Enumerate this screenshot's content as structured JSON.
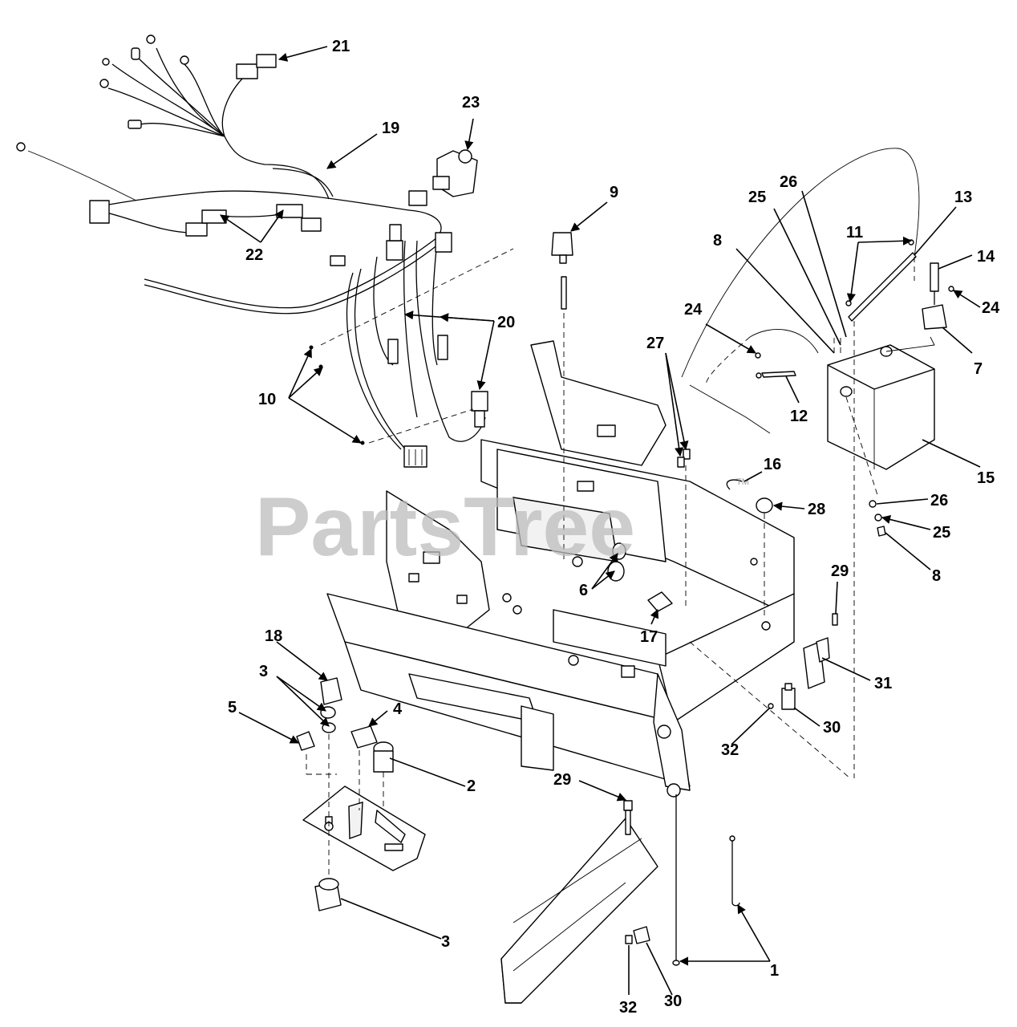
{
  "watermark": {
    "text": "PartsTree",
    "trademark": "TM"
  },
  "callouts": [
    {
      "label": "1"
    },
    {
      "label": "1"
    },
    {
      "label": "2"
    },
    {
      "label": "3"
    },
    {
      "label": "3"
    },
    {
      "label": "4"
    },
    {
      "label": "5"
    },
    {
      "label": "6"
    },
    {
      "label": "7"
    },
    {
      "label": "8"
    },
    {
      "label": "8"
    },
    {
      "label": "9"
    },
    {
      "label": "10"
    },
    {
      "label": "11"
    },
    {
      "label": "12"
    },
    {
      "label": "13"
    },
    {
      "label": "14"
    },
    {
      "label": "15"
    },
    {
      "label": "16"
    },
    {
      "label": "17"
    },
    {
      "label": "18"
    },
    {
      "label": "19"
    },
    {
      "label": "20"
    },
    {
      "label": "21"
    },
    {
      "label": "22"
    },
    {
      "label": "23"
    },
    {
      "label": "24"
    },
    {
      "label": "24"
    },
    {
      "label": "25"
    },
    {
      "label": "25"
    },
    {
      "label": "26"
    },
    {
      "label": "26"
    },
    {
      "label": "27"
    },
    {
      "label": "28"
    },
    {
      "label": "29"
    },
    {
      "label": "29"
    },
    {
      "label": "30"
    },
    {
      "label": "30"
    },
    {
      "label": "31"
    },
    {
      "label": "32"
    },
    {
      "label": "32"
    }
  ]
}
